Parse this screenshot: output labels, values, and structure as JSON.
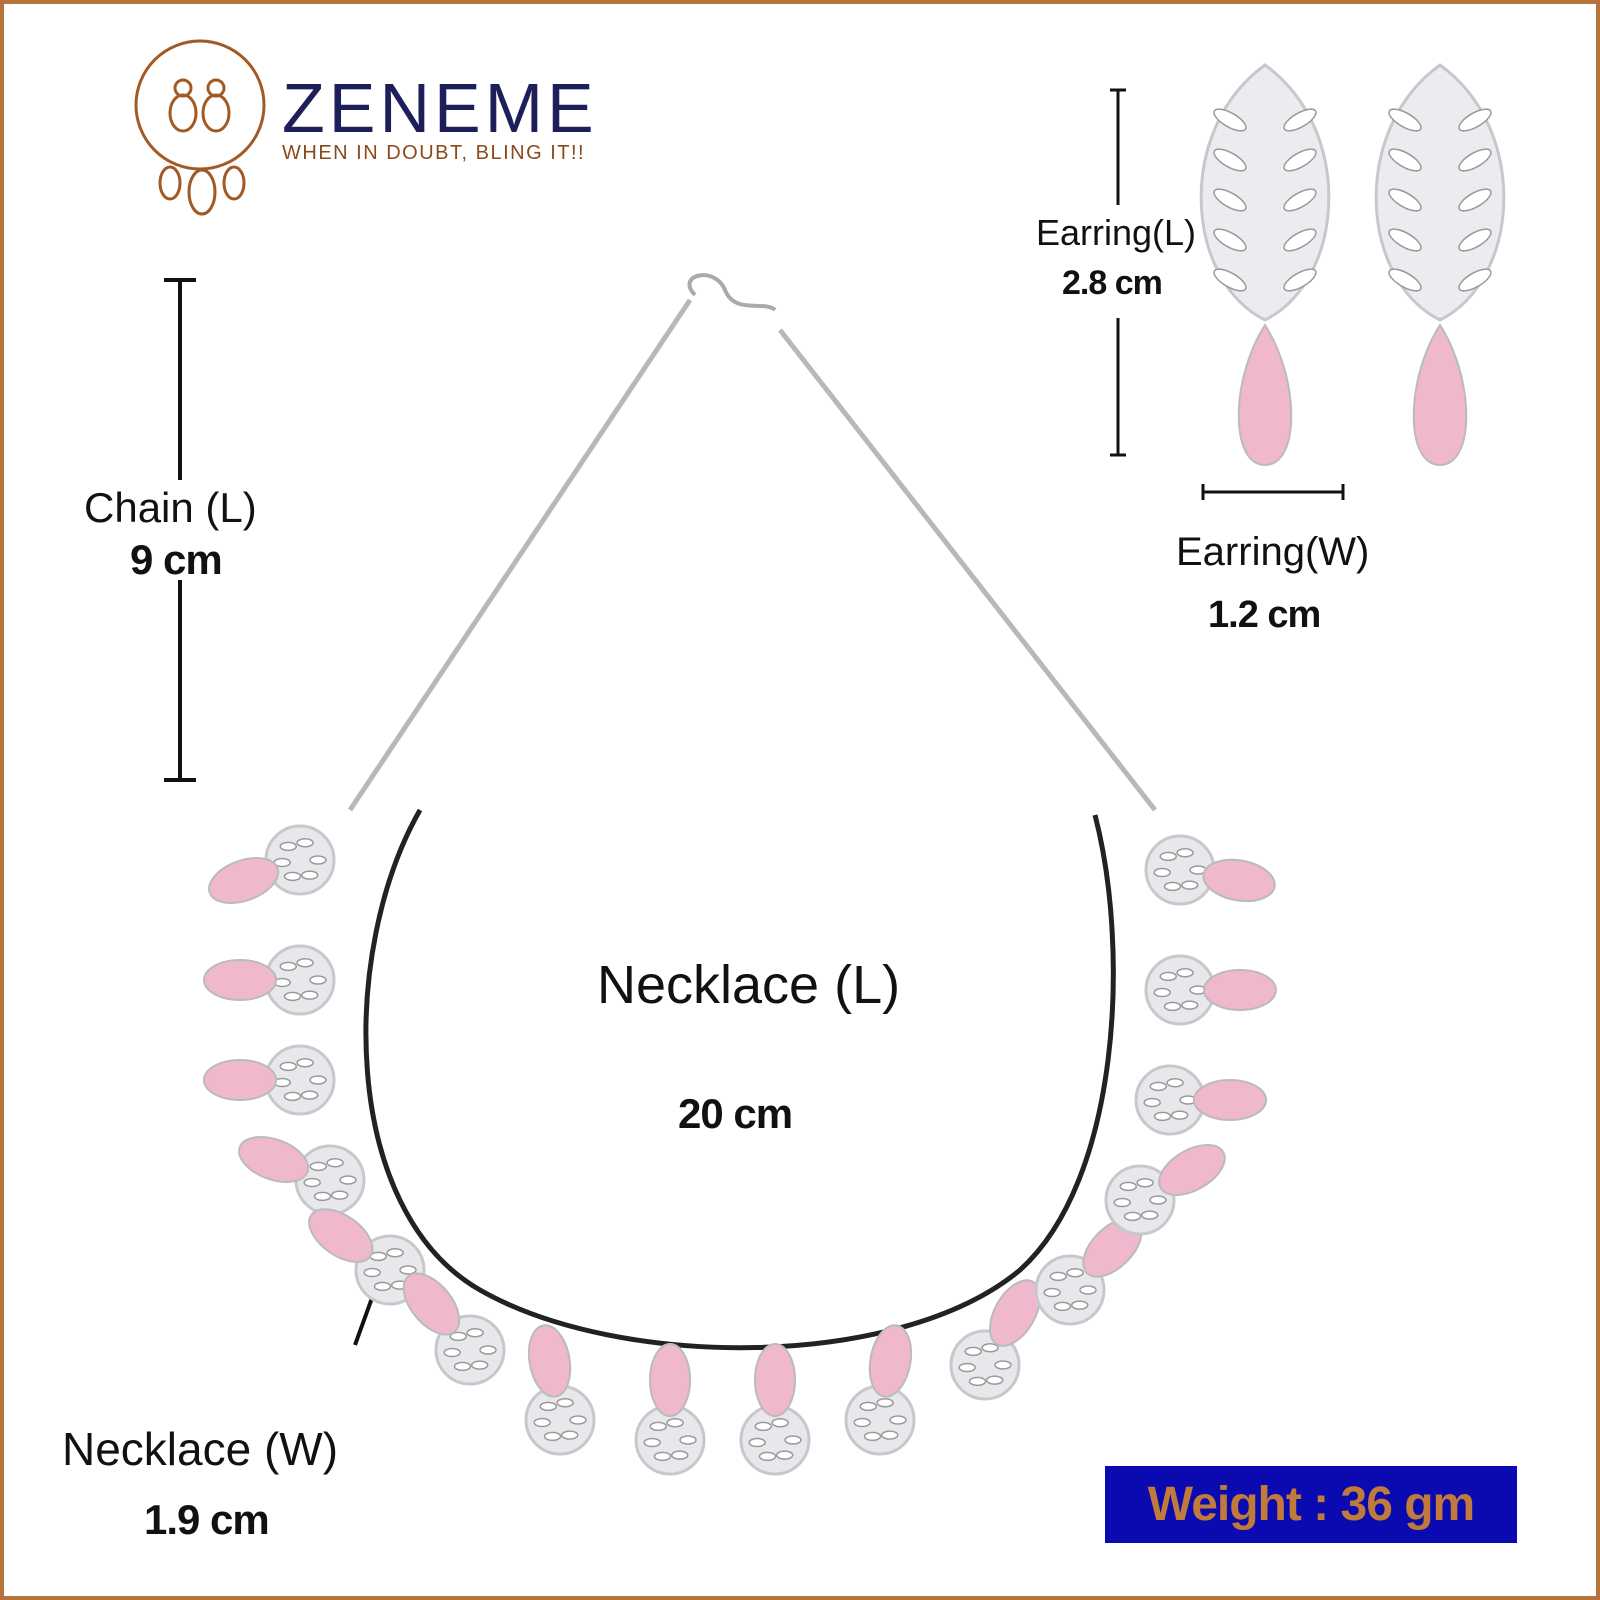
{
  "brand": {
    "name": "ZENEME",
    "tagline": "WHEN IN DOUBT, BLING IT!!"
  },
  "measurements": {
    "chain_length": {
      "label": "Chain (L)",
      "value": "9 cm"
    },
    "earring_length": {
      "label": "Earring(L)",
      "value": "2.8 cm"
    },
    "earring_width": {
      "label": "Earring(W)",
      "value": "1.2 cm"
    },
    "necklace_length": {
      "label": "Necklace (L)",
      "value": "20 cm"
    },
    "necklace_width": {
      "label": "Necklace (W)",
      "value": "1.9 cm"
    }
  },
  "weight": "Weight : 36 gm",
  "colors": {
    "border": "#b5743a",
    "brand_navy": "#1c1f5a",
    "weight_bg": "#0a0ab0",
    "weight_text": "#c07a3c",
    "stone_pink": "#f0b8cc",
    "silver": "#c8c8cc"
  }
}
